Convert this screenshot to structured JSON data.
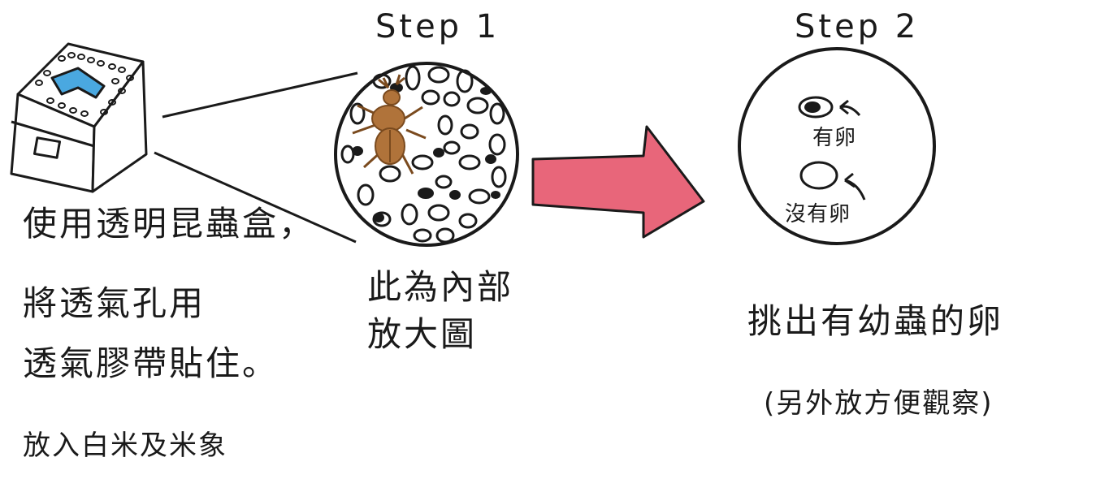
{
  "steps": [
    {
      "label": "Step 1",
      "caption": [
        "此為內部",
        "放大圖"
      ]
    },
    {
      "label": "Step 2",
      "caption": [
        "挑出有幼蟲的卵",
        "(另外放方便觀察)"
      ]
    }
  ],
  "container_note": [
    "使用透明昆蟲盒，",
    "將透氣孔用",
    "透氣膠帶貼住。",
    "放入白米及米象"
  ],
  "egg_labels": {
    "with_larva": "有卵",
    "without_larva": "沒有卵"
  },
  "colors": {
    "ink": "#1a1a1a",
    "lid_window": "#4aa8e0",
    "beetle": "#b0733a",
    "beetle_dark": "#7a4a1e",
    "arrow": "#e8667a"
  }
}
